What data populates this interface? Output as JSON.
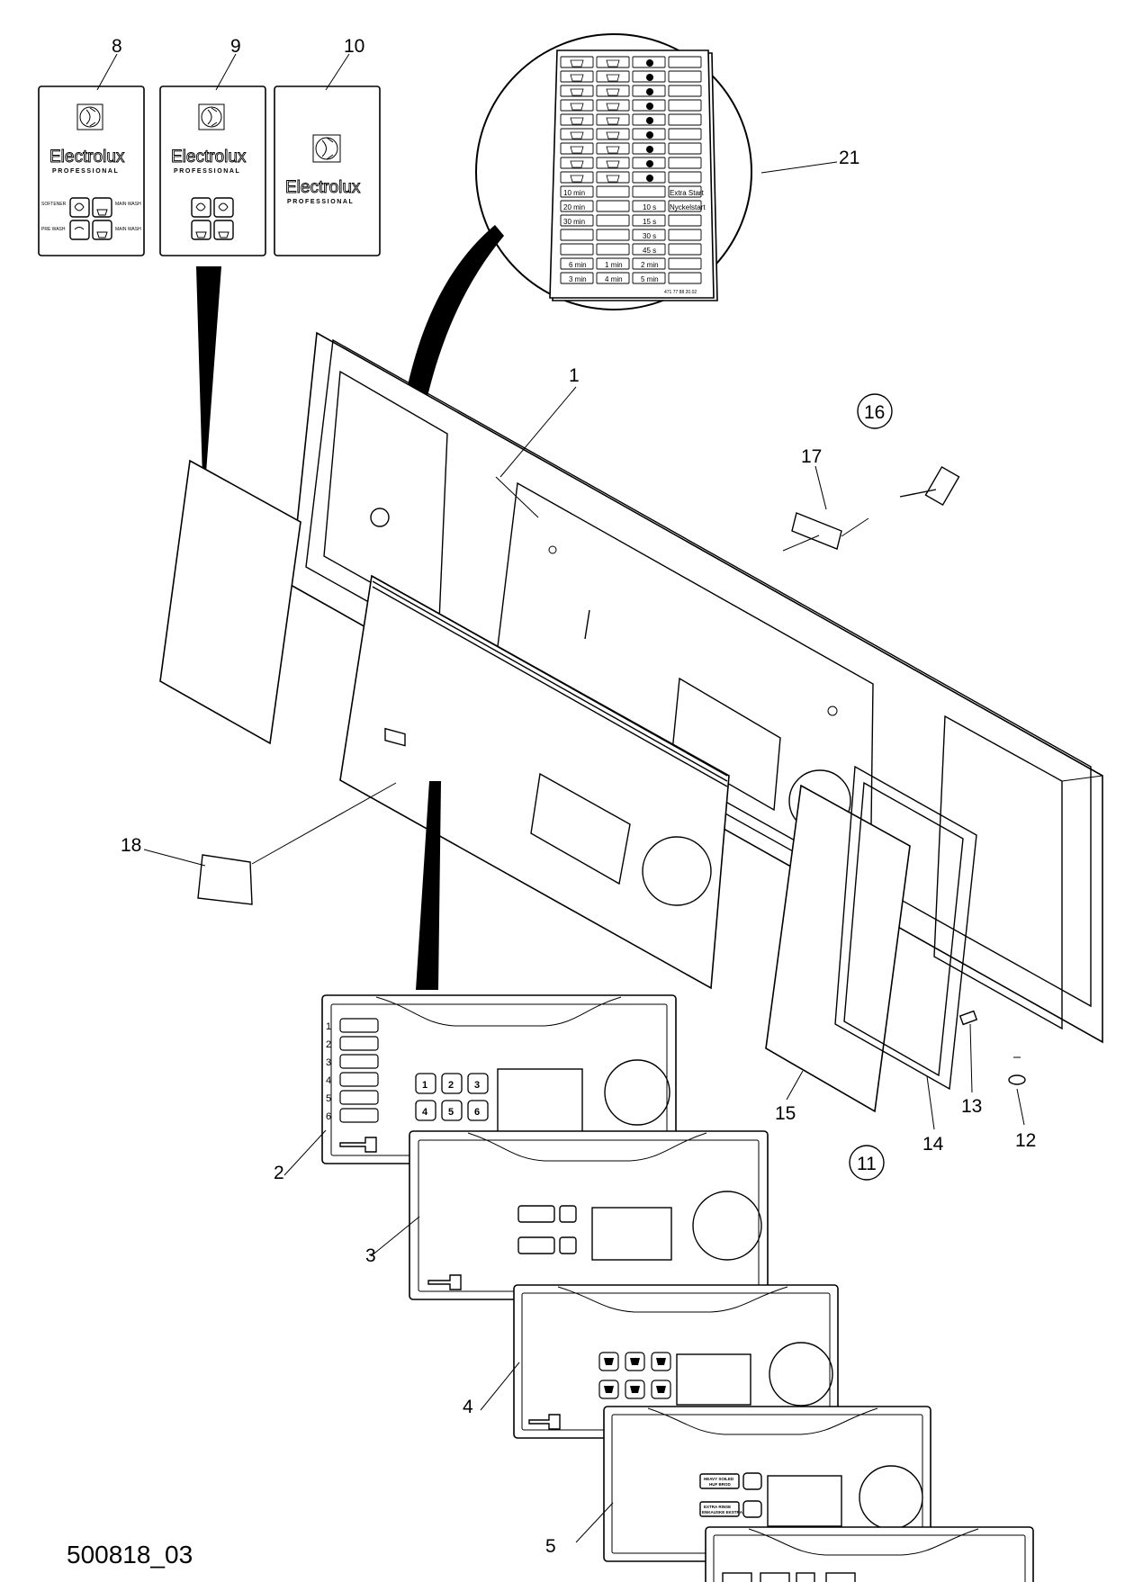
{
  "drawing_id": "500818_03",
  "callouts": {
    "c1": "1",
    "c2": "2",
    "c3": "3",
    "c4": "4",
    "c5": "5",
    "c8": "8",
    "c9": "9",
    "c10": "10",
    "c11": "11",
    "c12": "12",
    "c13": "13",
    "c14": "14",
    "c15": "15",
    "c16": "16",
    "c17": "17",
    "c18": "18",
    "c21": "21"
  },
  "labels": {
    "brand": "Electrolux",
    "brand_sub": "PROFESSIONAL",
    "label8_left_top": "SOFTENER",
    "label8_left_bottom": "PRE WASH",
    "label8_right_top": "MAIN WASH",
    "label8_right_bottom": "MAIN WASH"
  },
  "sticker_sheet": {
    "time_keys": [
      "10 min",
      "20 min",
      "30 min"
    ],
    "time_col2": [
      "10 s",
      "15 s",
      "30 s",
      "45 s"
    ],
    "bottom_left": [
      "6 min",
      "3 min"
    ],
    "bottom_mid": [
      "1 min",
      "4 min"
    ],
    "bottom_right": [
      "2 min",
      "5 min"
    ],
    "extra_right": [
      "Extra Start",
      "Nyckelstart"
    ],
    "sheet_code": "471 77 88 20.02"
  },
  "overlay2": {
    "row_numbers": [
      "1",
      "2",
      "3",
      "4",
      "5",
      "6"
    ],
    "keypad": [
      "1",
      "2",
      "3",
      "4",
      "5",
      "6"
    ]
  },
  "overlay5": {
    "btn1_line1": "HEAVY SOILED",
    "btn1_line2": "HUF BROD",
    "btn2_line1": "EXTRA RINSE",
    "btn2_line2": "ENKAUSKE EKSTRA"
  },
  "icons": [
    "electrolux-logo",
    "washtub-icon",
    "drop-icon",
    "thermometer-icon",
    "shirt-icon",
    "wool-icon",
    "spin-icon"
  ]
}
